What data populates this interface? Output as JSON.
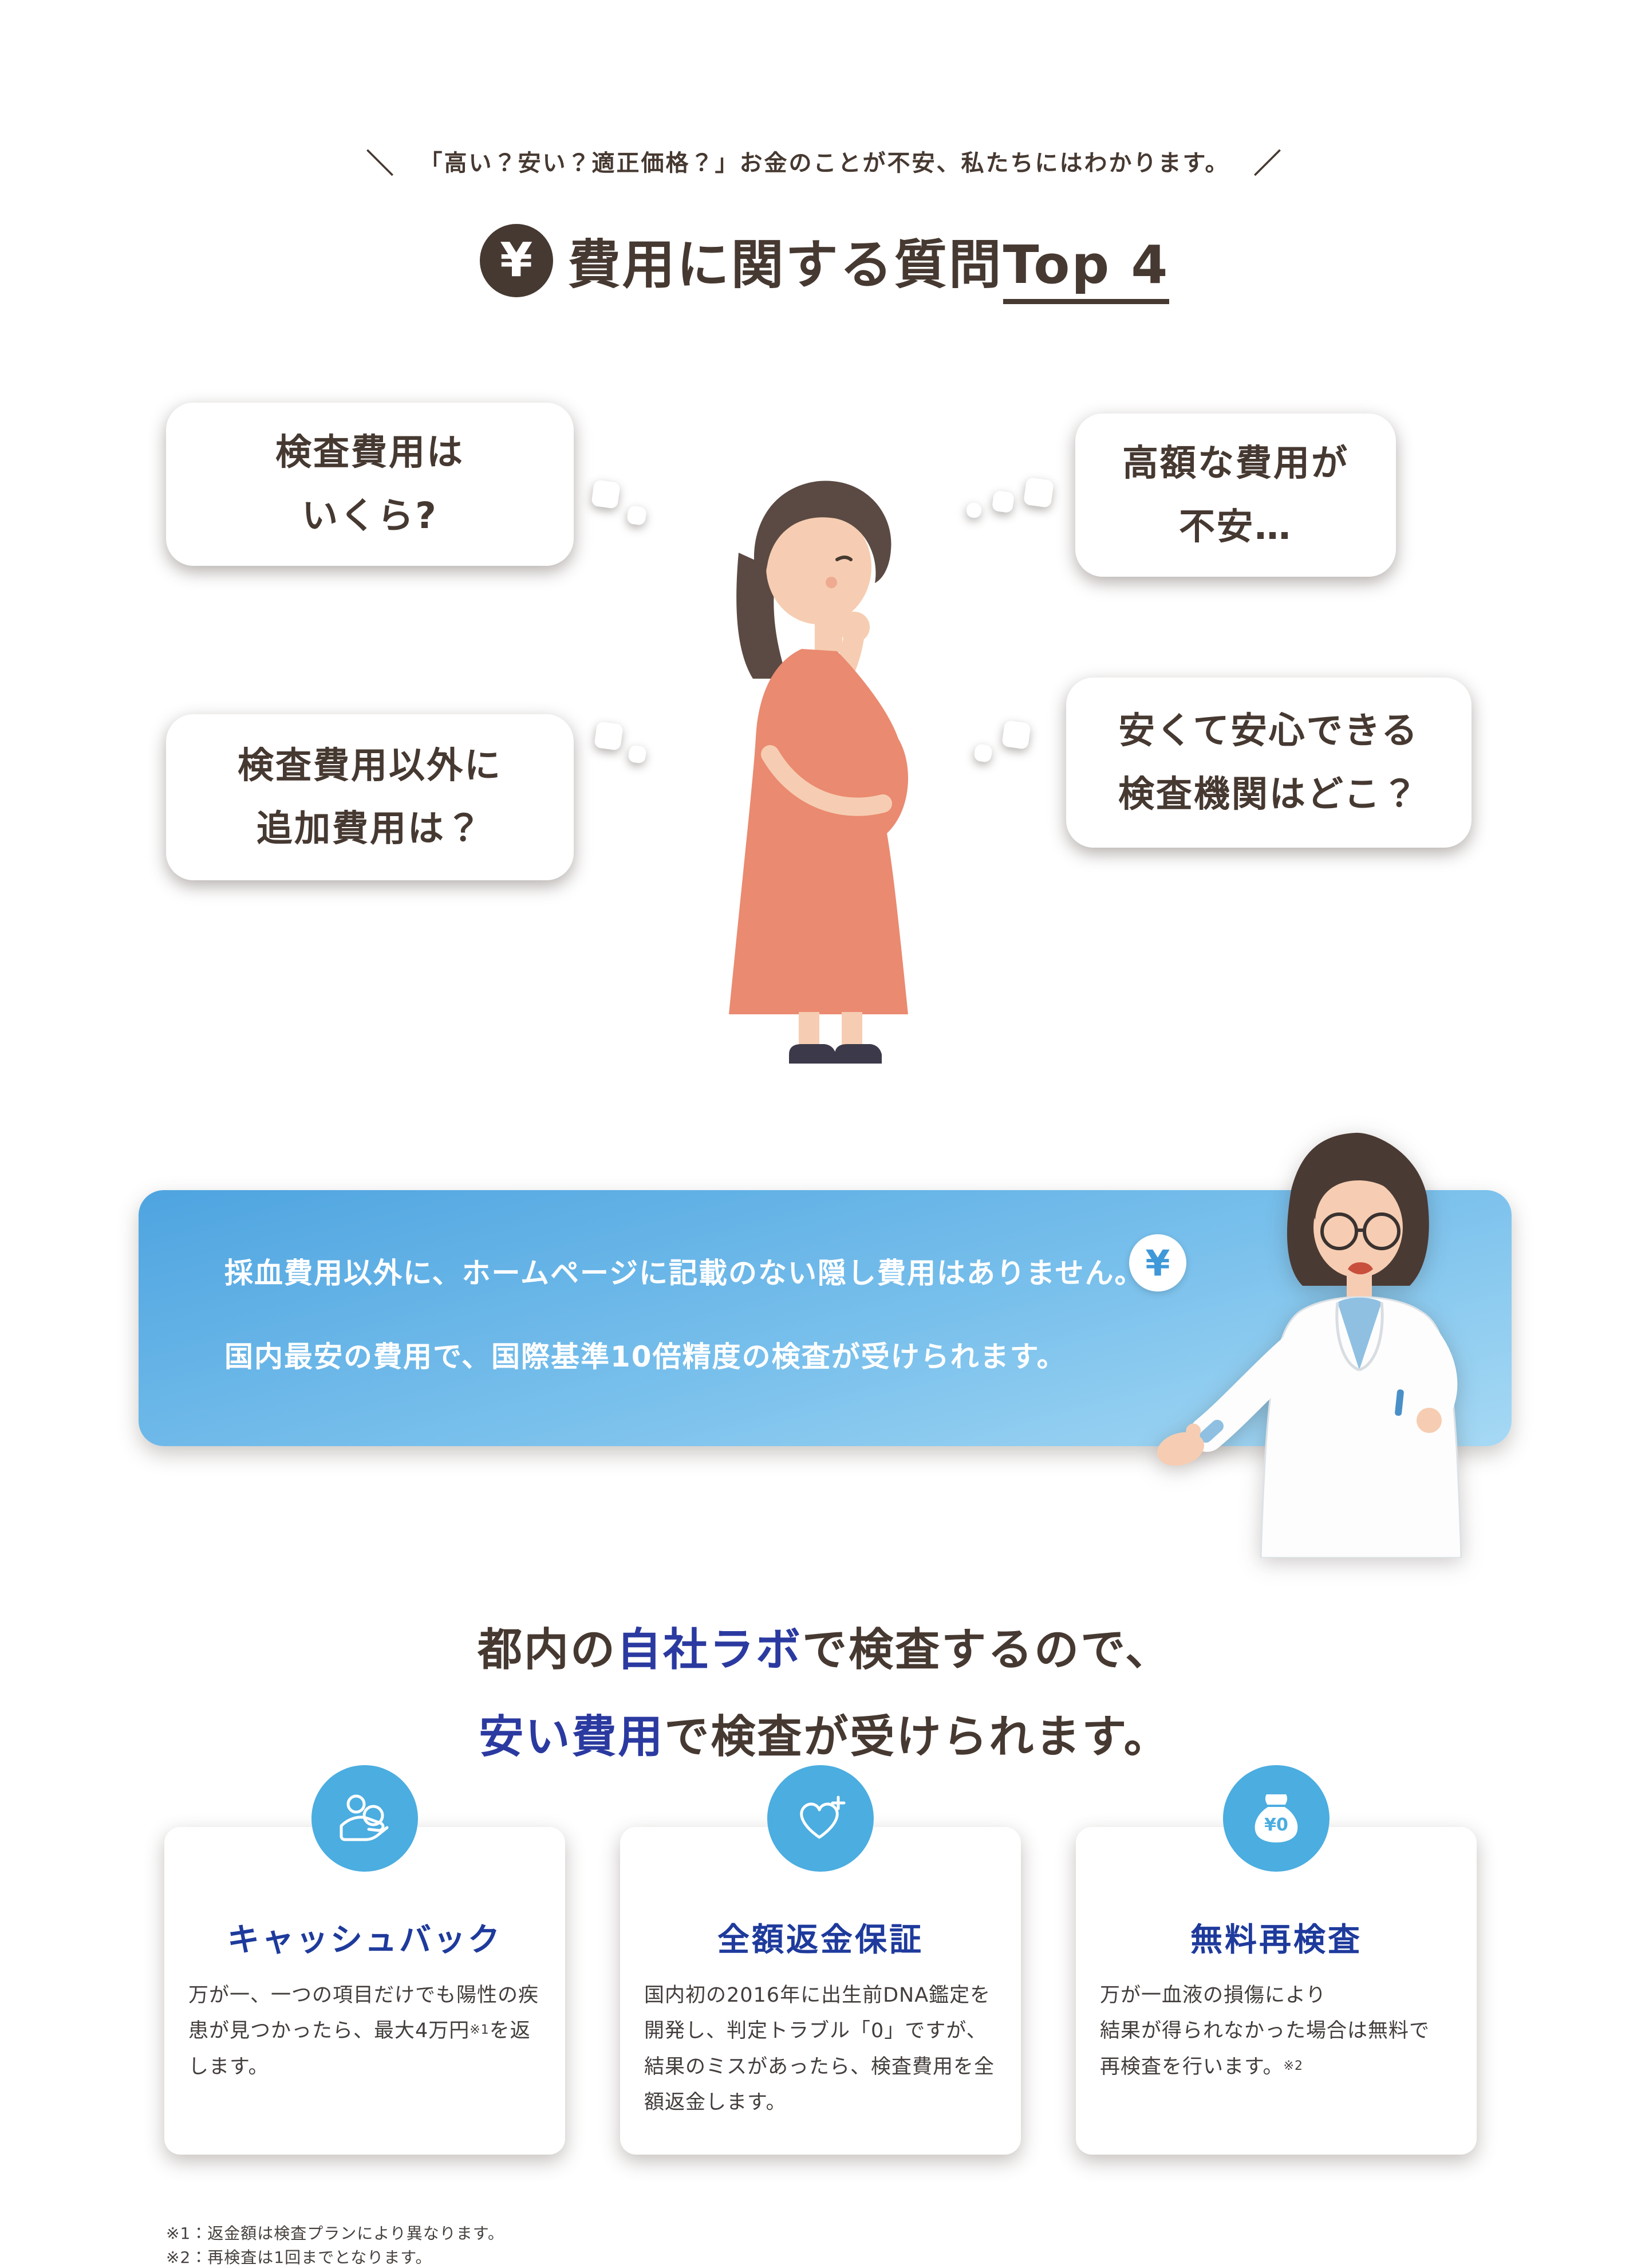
{
  "colors": {
    "text_dark": "#463931",
    "title_navy": "#1e3a9c",
    "highlight_blue": "#2b3aa0",
    "icon_circle_blue": "#4bade0",
    "banner_gradient_top": "#4ea4e0",
    "banner_gradient_bottom": "#a6d9f4",
    "bubble_background": "#ffffff"
  },
  "tagline": {
    "left_slash": "＼",
    "text": "「高い？安い？適正価格？」お金のことが不安、私たちにはわかります。",
    "right_slash": "／"
  },
  "heading": {
    "badge_symbol": "¥",
    "title": "費用に関する質問",
    "title_underlined": "Top 4"
  },
  "bubbles": {
    "top_left": {
      "line1": "検査費用は",
      "line2": "いくら?"
    },
    "top_right": {
      "line1": "高額な費用が",
      "line2": "不安…"
    },
    "bottom_left": {
      "line1": "検査費用以外に",
      "line2": "追加費用は？"
    },
    "bottom_right": {
      "line1": "安くて安心できる",
      "line2": "検査機関はどこ？"
    }
  },
  "banner": {
    "line1": "採血費用以外に、ホームページに記載のない隠し費用はありません。",
    "line2": "国内最安の費用で、国際基準10倍精度の検査が受けられます。",
    "coin_symbol": "¥"
  },
  "section_heading": {
    "line1_pre": "都内の",
    "line1_highlight": "自社ラボ",
    "line1_post": "で検査するので、",
    "line2_highlight": "安い費用",
    "line2_post": "で検査が受けられます。"
  },
  "cards": [
    {
      "icon": "hand-coins-icon",
      "title": "キャッシュバック",
      "body_pre": "万が一、一つの項目だけでも陽性の疾患が見つかったら、最大4万円",
      "body_sup": "※1",
      "body_post": "を返します。"
    },
    {
      "icon": "heart-plus-icon",
      "title": "全額返金保証",
      "body": "国内初の2016年に出生前DNA鑑定を開発し、判定トラブル「0」ですが、結果のミスがあったら、検査費用を全額返金します。"
    },
    {
      "icon": "money-bag-icon",
      "title": "無料再検査",
      "line1": "万が一血液の損傷により",
      "line2": "結果が得られなかった場合は無料で",
      "line3": "再検査を行います。",
      "line3_sup": "※2",
      "bag_label": "¥0"
    }
  ],
  "footnotes": {
    "note1": "※1：返金額は検査プランにより異なります。",
    "note2": "※2：再検査は1回までとなります。"
  }
}
